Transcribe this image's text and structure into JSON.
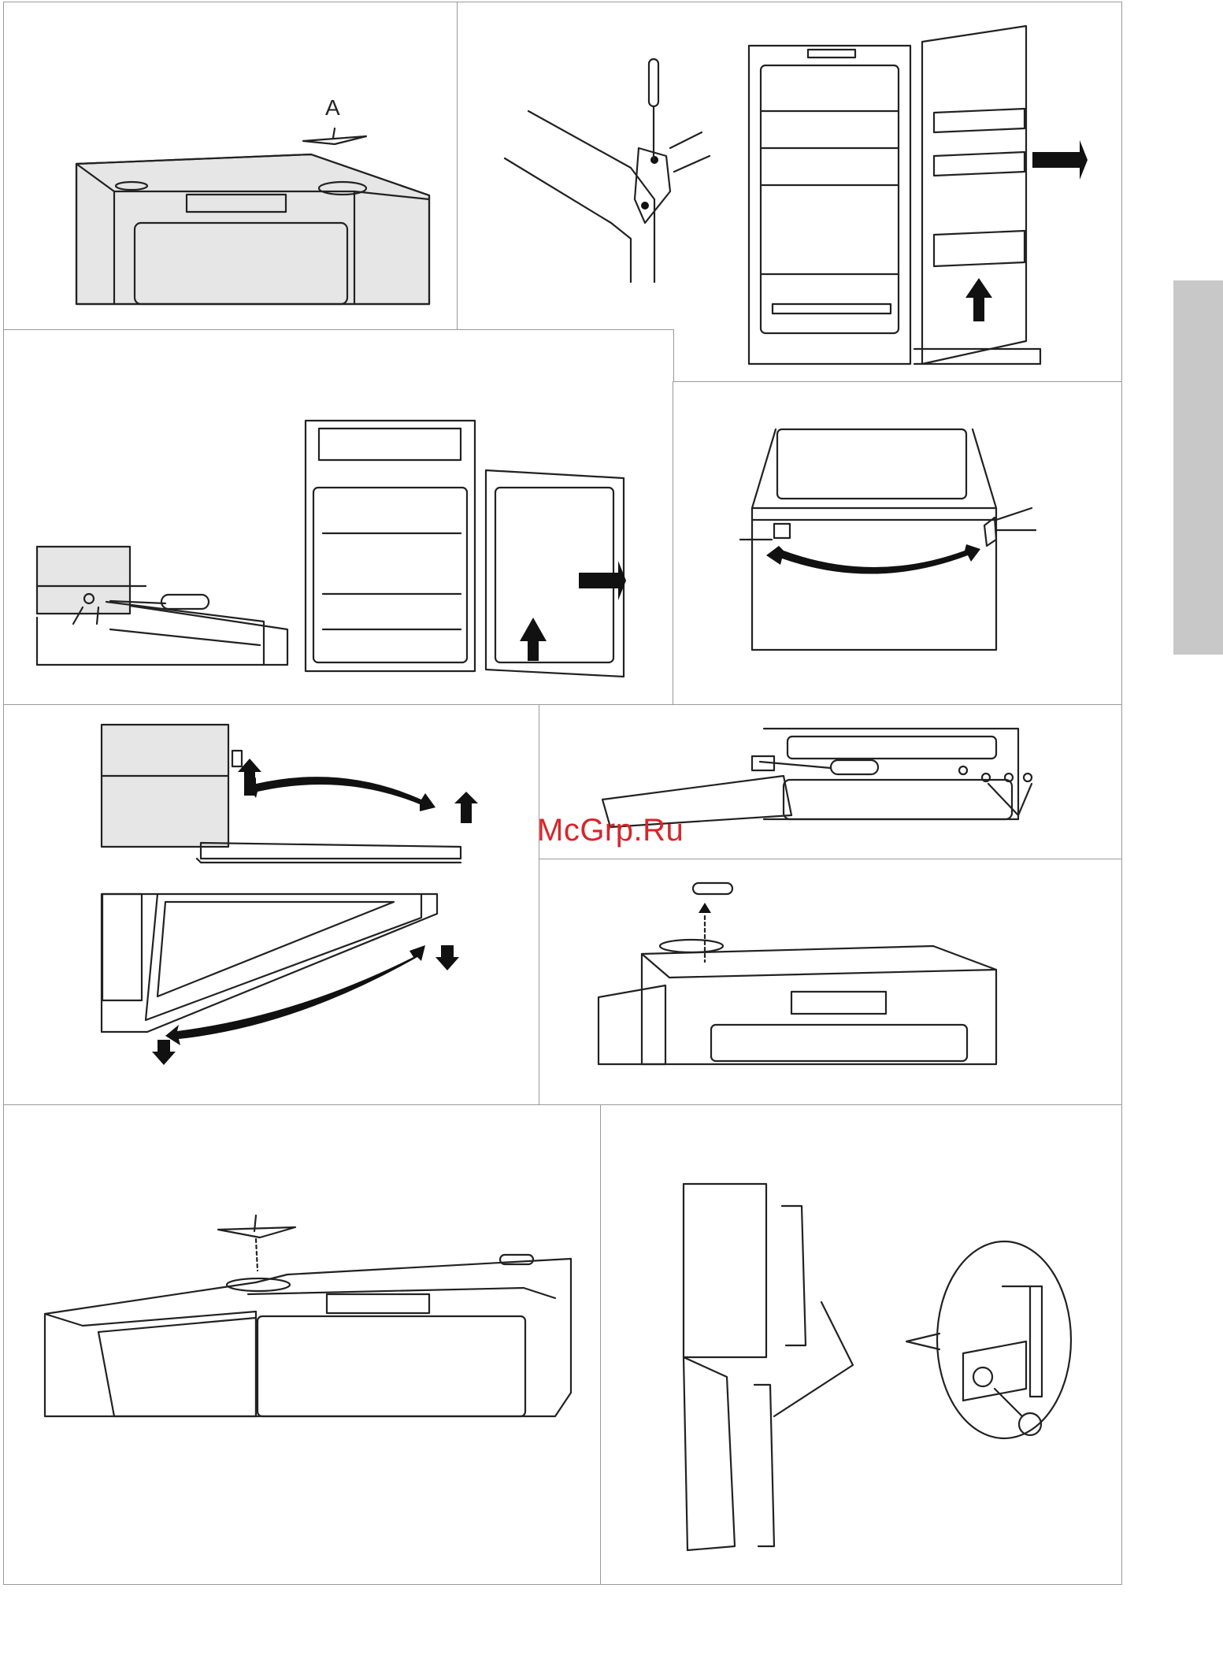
{
  "labels": {
    "part_a": "A"
  },
  "watermark": "McGrp.Ru",
  "panels": [
    {
      "id": "p1",
      "icons": [
        "fridge-top-icon",
        "hinge-cover-icon"
      ]
    },
    {
      "id": "p2",
      "icons": [
        "screwdriver-icon",
        "hinge-bracket-icon",
        "open-fridge-icon",
        "door-lift-arrow-icon"
      ]
    },
    {
      "id": "p3",
      "icons": [
        "freezer-hinge-icon",
        "screwdriver-icon",
        "fridge-interior-icon",
        "door-lift-arrow-icon"
      ]
    },
    {
      "id": "p4",
      "icons": [
        "hinge-swap-icon",
        "double-arrow-icon"
      ]
    },
    {
      "id": "p5",
      "icons": [
        "pin-swap-icon",
        "double-arrow-icon",
        "down-arrow-icon"
      ]
    },
    {
      "id": "p6",
      "icons": [
        "screwdriver-icon",
        "screw-holes-icon"
      ]
    },
    {
      "id": "p7",
      "icons": [
        "top-hinge-icon",
        "cover-cap-icon"
      ]
    },
    {
      "id": "p8",
      "icons": [
        "fridge-top-assembly-icon",
        "hinge-cover-icon"
      ]
    },
    {
      "id": "p9",
      "icons": [
        "door-handle-icon",
        "handle-cap-icon"
      ]
    }
  ],
  "colors": {
    "border": "#9a9a9a",
    "fill": "#e6e6e6",
    "side_tab": "#c8c8c8",
    "watermark": "#d7262b"
  }
}
